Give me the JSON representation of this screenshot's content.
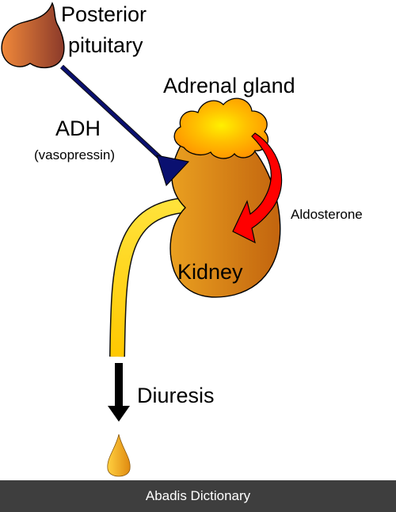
{
  "labels": {
    "posterior_pituitary_line1": "Posterior",
    "posterior_pituitary_line2": "pituitary",
    "adrenal_gland": "Adrenal gland",
    "adh": "ADH",
    "vasopressin": "(vasopressin)",
    "aldosterone": "Aldosterone",
    "kidney": "Kidney",
    "diuresis": "Diuresis"
  },
  "footer": {
    "text": "Abadis Dictionary"
  },
  "colors": {
    "pituitary_light": "#f0883a",
    "pituitary_dark": "#8b3a2a",
    "kidney_light": "#e89a1c",
    "kidney_dark": "#c46a10",
    "adrenal_light": "#ffd400",
    "adrenal_dark": "#ff9a00",
    "adh_arrow": "#0a1070",
    "aldosterone_arrow": "#ff0000",
    "ureter": "#ffd21a",
    "diuresis_arrow": "#000000",
    "drop": "#f2a01e",
    "footer_bg": "#3e3e3e",
    "footer_text": "#ffffff"
  }
}
